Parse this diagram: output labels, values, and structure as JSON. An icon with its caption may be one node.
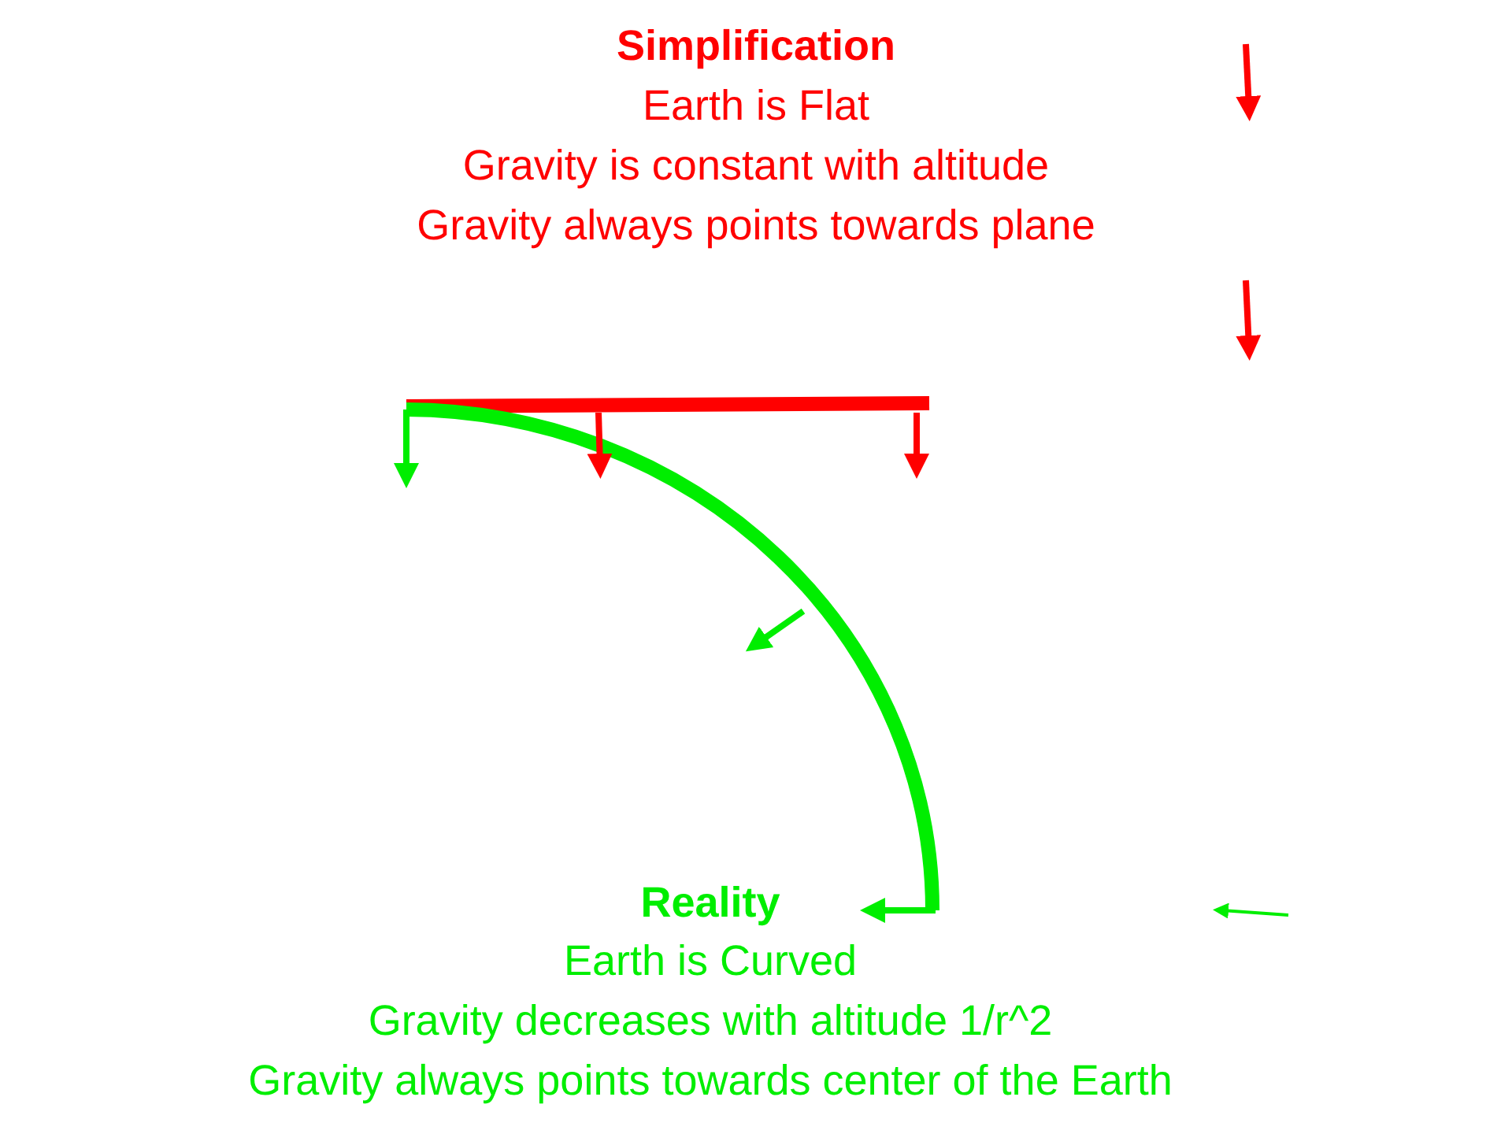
{
  "diagram": {
    "labels": [
      "Simplification",
      "Earth is Flat",
      "Gravity is constant with altitude",
      "Gravity always points towards plane",
      "Reality",
      "Earth is Curved",
      "Gravity decreases with altitude 1/r^2",
      "Gravity always points towards center of the Earth"
    ]
  }
}
